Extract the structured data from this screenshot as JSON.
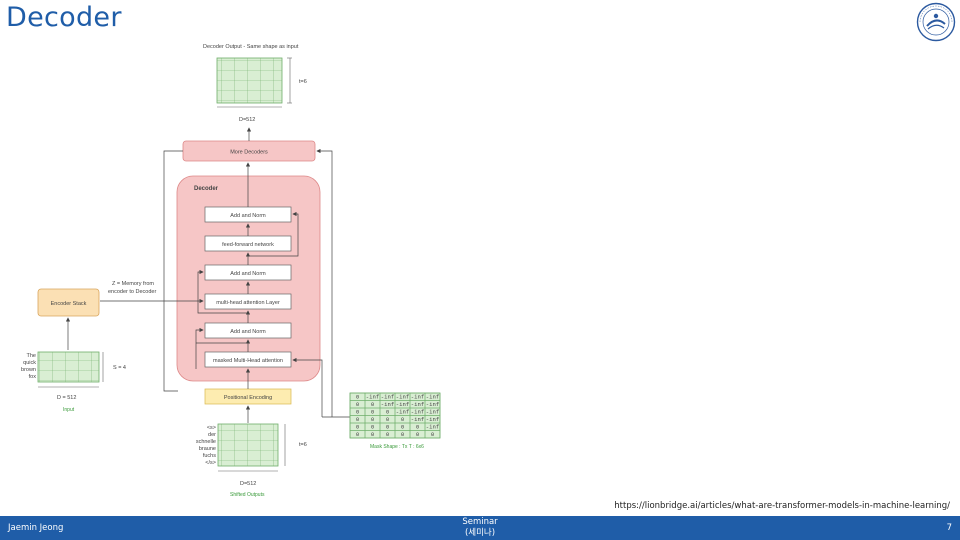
{
  "slide": {
    "title": "Decoder",
    "source_url": "https://lionbridge.ai/articles/what-are-transformer-models-in-machine-learning/"
  },
  "footer": {
    "author": "Jaemin Jeong",
    "seminar_line1": "Seminar",
    "seminar_line2": "(세미나)",
    "page_number": "7"
  },
  "diagram": {
    "output_title": "Decoder Output - Same shape as input",
    "output_t": "t=6",
    "output_d": "D=512",
    "more_decoders": "More Decoders",
    "decoder_label": "Decoder",
    "layers": [
      "Add and Norm",
      "feed-forward network",
      "Add and Norm",
      "multi-head attention Layer",
      "Add and Norm",
      "masked Multi-Head attention"
    ],
    "memory_note_line1": "Z = Memory from",
    "memory_note_line2": "encoder to Decoder",
    "encoder_stack": "Encoder Stack",
    "input_words": [
      "The",
      "quick",
      "brown",
      "fox"
    ],
    "s_label": "S = 4",
    "input_d": "D = 512",
    "input_caption": "Input",
    "positional_encoding": "Positional Encoding",
    "shifted_words": [
      "<s>",
      "der",
      "schnelle",
      "braune",
      "fuchs",
      "</s>"
    ],
    "shifted_t": "t=6",
    "shifted_d": "D=512",
    "shifted_caption": "Shifted Outputs",
    "mask_caption": "Mask Shape : Tx T : 6x6",
    "mask_matrix": [
      [
        "0",
        "-inf",
        "-inf",
        "-inf",
        "-inf",
        "-inf"
      ],
      [
        "0",
        "0",
        "-inf",
        "-inf",
        "-inf",
        "-inf"
      ],
      [
        "0",
        "0",
        "0",
        "-inf",
        "-inf",
        "-inf"
      ],
      [
        "0",
        "0",
        "0",
        "0",
        "-inf",
        "-inf"
      ],
      [
        "0",
        "0",
        "0",
        "0",
        "0",
        "-inf"
      ],
      [
        "0",
        "0",
        "0",
        "0",
        "0",
        "0"
      ]
    ]
  },
  "colors": {
    "title_blue": "#1f5da8",
    "pink_fill": "#f6c6c6",
    "green_fill": "#d9eed3",
    "yellow_fill": "#fdecb0",
    "orange_fill": "#fbe0b4"
  }
}
